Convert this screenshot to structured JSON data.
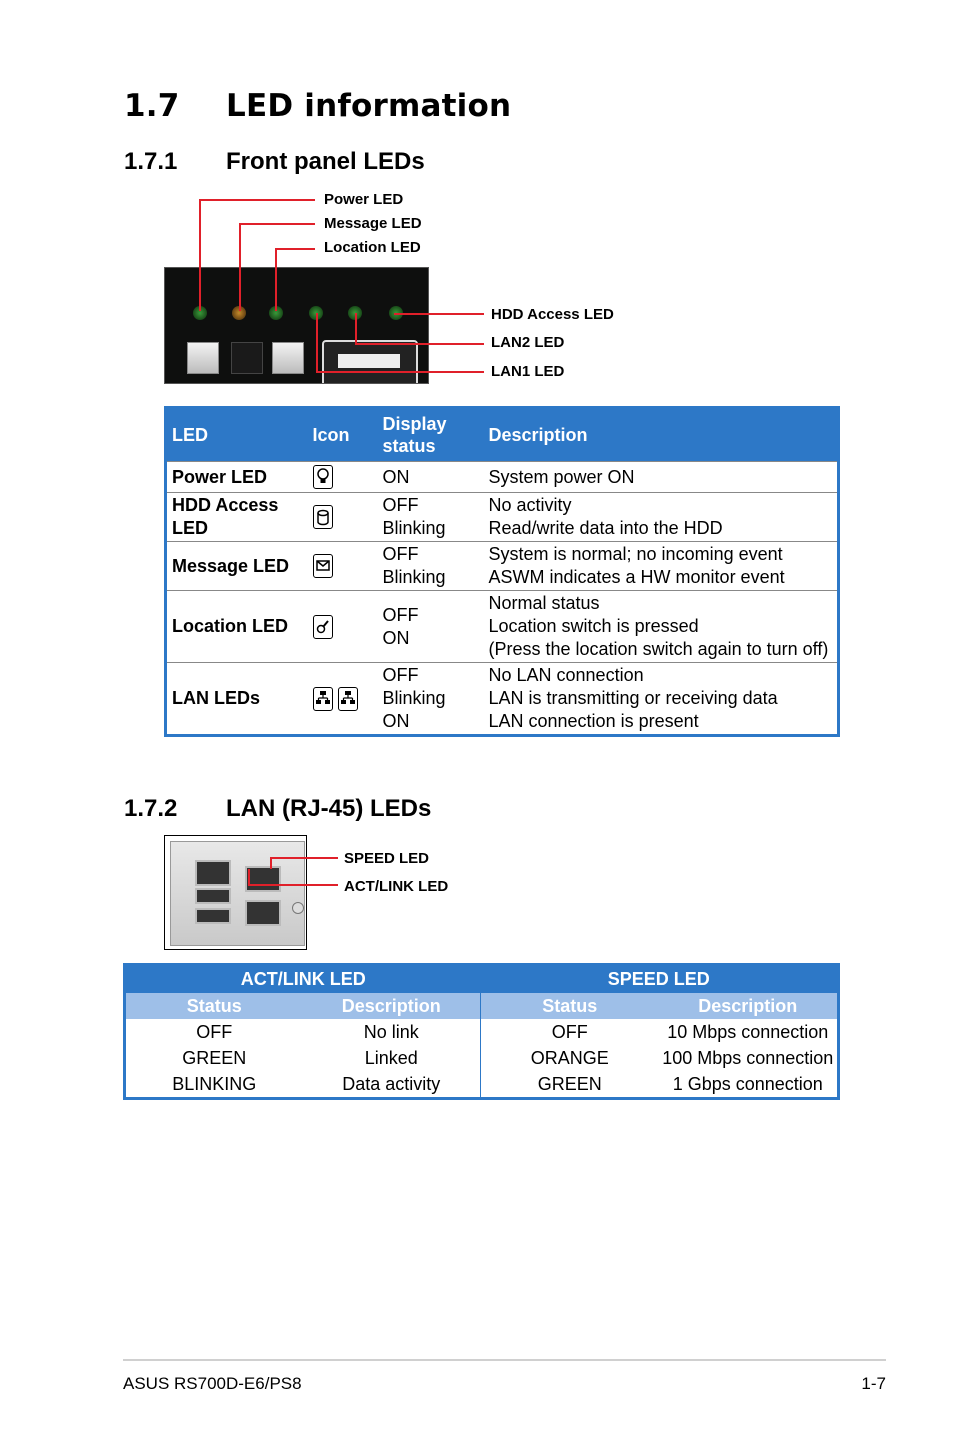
{
  "section": {
    "number": "1.7",
    "title": "LED information"
  },
  "sub1": {
    "number": "1.7.1",
    "title": "Front panel LEDs"
  },
  "sub2": {
    "number": "1.7.2",
    "title": "LAN (RJ-45) LEDs"
  },
  "front_callouts": {
    "power": "Power LED",
    "message": "Message LED",
    "location": "Location LED",
    "hdd": "HDD Access LED",
    "lan2": "LAN2 LED",
    "lan1": "LAN1 LED"
  },
  "led_table": {
    "headers": {
      "led": "LED",
      "icon": "Icon",
      "status": "Display status",
      "desc": "Description"
    },
    "rows": [
      {
        "name": "Power LED",
        "icon": "bulb-icon",
        "status": "ON",
        "desc": "System power ON"
      },
      {
        "name": "HDD Access LED",
        "icon": "disk-icon",
        "status": "OFF\nBlinking",
        "desc": "No activity\nRead/write data into the HDD"
      },
      {
        "name": "Message LED",
        "icon": "envelope-icon",
        "status": "OFF\nBlinking",
        "desc": "System is normal; no incoming event\nASWM indicates a HW monitor event"
      },
      {
        "name": "Location LED",
        "icon": "location-icon",
        "status": "OFF\nON",
        "desc": "Normal status\nLocation switch is pressed\n(Press the location switch again to turn off)"
      },
      {
        "name": "LAN LEDs",
        "icon": "network-icon",
        "status": "OFF\nBlinking\nON",
        "desc": "No LAN connection\nLAN is transmitting or receiving data\nLAN connection is present"
      }
    ]
  },
  "lan_callouts": {
    "speed": "SPEED LED",
    "act": "ACT/LINK LED"
  },
  "lan_table": {
    "group1": "ACT/LINK LED",
    "group2": "SPEED LED",
    "sub_status": "Status",
    "sub_desc": "Description",
    "rows": [
      {
        "a_status": "OFF",
        "a_desc": "No link",
        "s_status": "OFF",
        "s_desc": "10 Mbps connection"
      },
      {
        "a_status": "GREEN",
        "a_desc": "Linked",
        "s_status": "ORANGE",
        "s_desc": "100 Mbps connection"
      },
      {
        "a_status": "BLINKING",
        "a_desc": "Data activity",
        "s_status": "GREEN",
        "s_desc": "1 Gbps connection"
      }
    ]
  },
  "footer": {
    "left": "ASUS RS700D-E6/PS8",
    "right": "1-7"
  }
}
